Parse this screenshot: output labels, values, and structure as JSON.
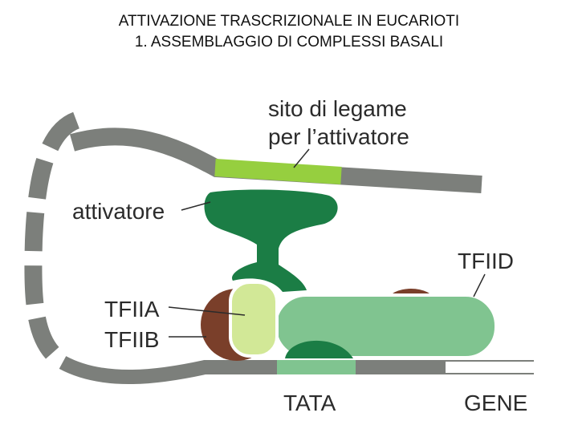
{
  "title": {
    "line1": "ATTIVAZIONE TRASCRIZIONALE IN EUCARIOTI",
    "line2": "1. ASSEMBLAGGIO DI COMPLESSI BASALI"
  },
  "labels": {
    "binding_site_line1": "sito di legame",
    "binding_site_line2": "per l’attivatore",
    "activator": "attivatore",
    "tfiid": "TFIID",
    "tfiia": "TFIIA",
    "tfiib": "TFIIB",
    "tata": "TATA",
    "gene": "GENE"
  },
  "colors": {
    "dna": "#7c7f7b",
    "binding_site": "#96cf3f",
    "tata_box": "#80c490",
    "activator": "#1b7d45",
    "tfiid": "#80c490",
    "tfiia": "#d2e897",
    "tfiib": "#7a3f2a",
    "label_text": "#2b2b2b"
  }
}
